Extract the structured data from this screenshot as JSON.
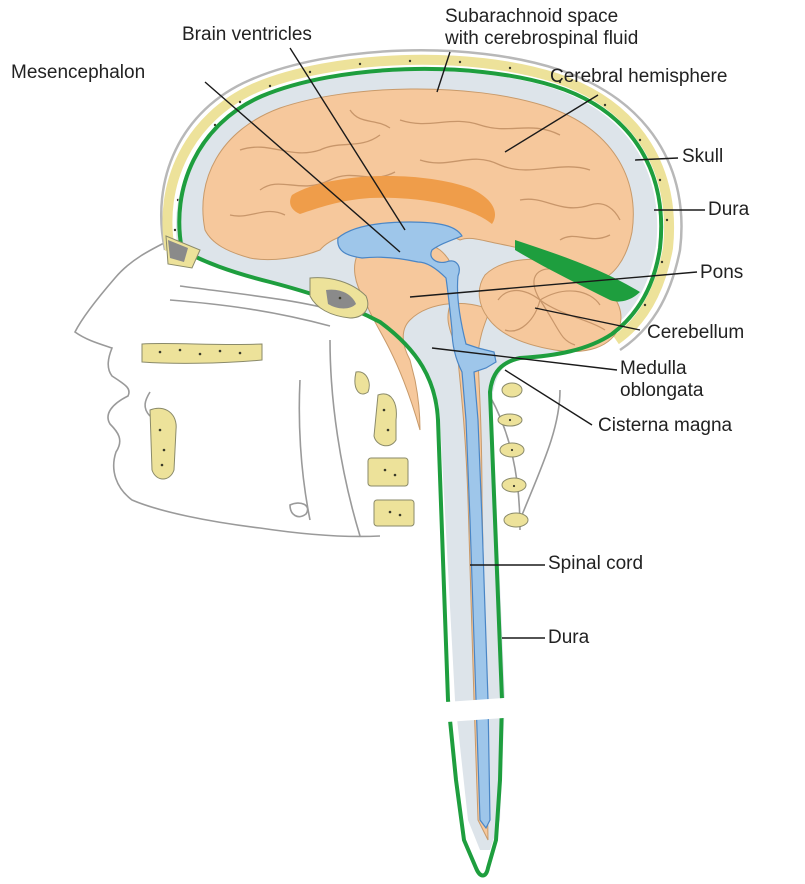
{
  "labels": {
    "subarachnoid_line1": "Subarachnoid space",
    "subarachnoid_line2": "with cerebrospinal fluid",
    "brain_ventricles": "Brain ventricles",
    "mesencephalon": "Mesencephalon",
    "cerebral_hemisphere": "Cerebral hemisphere",
    "skull": "Skull",
    "dura_upper": "Dura",
    "pons": "Pons",
    "cerebellum": "Cerebellum",
    "medulla_line1": "Medulla",
    "medulla_line2": "oblongata",
    "cisterna_magna": "Cisterna magna",
    "spinal_cord": "Spinal cord",
    "dura_lower": "Dura"
  },
  "colors": {
    "brain_tissue": "#f6c89c",
    "corpus_callosum": "#ef9d4a",
    "ventricles_csf": "#9ec6ea",
    "subarachnoid_space": "#dde4ea",
    "dura": "#1e9e3e",
    "bone": "#ede29a",
    "outline": "#8a8a8a",
    "leader_line": "#1a1a1a"
  }
}
